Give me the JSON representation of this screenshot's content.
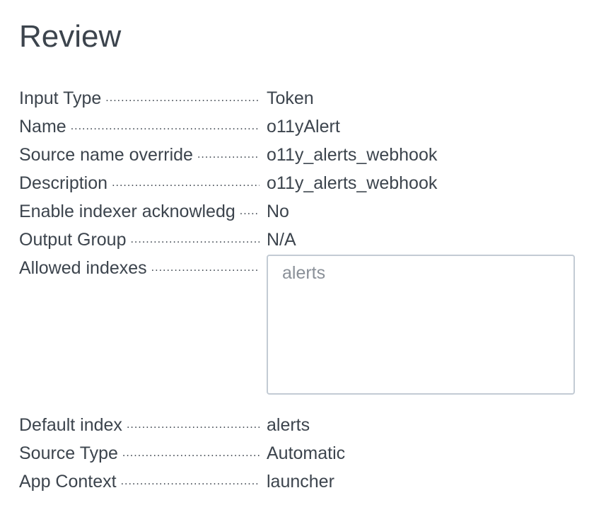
{
  "title": "Review",
  "rows": [
    {
      "label": "Input Type",
      "value": "Token"
    },
    {
      "label": "Name",
      "value": "o11yAlert"
    },
    {
      "label": "Source name override",
      "value": "o11y_alerts_webhook"
    },
    {
      "label": "Description",
      "value": "o11y_alerts_webhook"
    },
    {
      "label": "Enable indexer acknowledg",
      "value": "No"
    },
    {
      "label": "Output Group",
      "value": "N/A"
    }
  ],
  "allowed_indexes": {
    "label": "Allowed indexes",
    "value": "alerts"
  },
  "rows_after": [
    {
      "label": "Default index",
      "value": "alerts"
    },
    {
      "label": "Source Type",
      "value": "Automatic"
    },
    {
      "label": "App Context",
      "value": "launcher"
    }
  ]
}
